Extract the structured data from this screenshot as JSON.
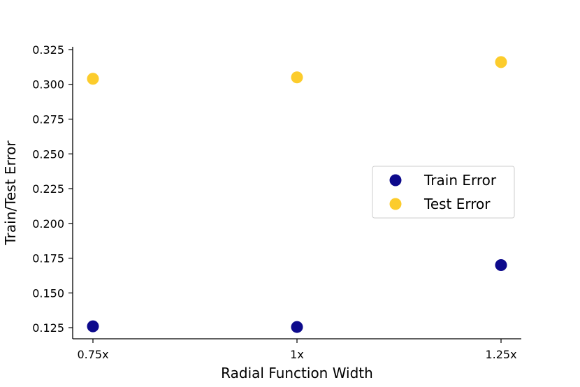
{
  "chart_data": {
    "type": "scatter",
    "title": "",
    "xlabel": "Radial Function Width",
    "ylabel": "Train/Test Error",
    "categories": [
      "0.75x",
      "1x",
      "1.25x"
    ],
    "ylim": [
      0.117,
      0.327
    ],
    "yticks": [
      "0.125",
      "0.150",
      "0.175",
      "0.200",
      "0.225",
      "0.250",
      "0.275",
      "0.300",
      "0.325"
    ],
    "grid": false,
    "legend_position": "center-right",
    "series": [
      {
        "name": "Train Error",
        "color": "#0d0a8c",
        "values": [
          0.126,
          0.1255,
          0.17
        ]
      },
      {
        "name": "Test Error",
        "color": "#fccc2c",
        "values": [
          0.304,
          0.305,
          0.316
        ]
      }
    ]
  }
}
